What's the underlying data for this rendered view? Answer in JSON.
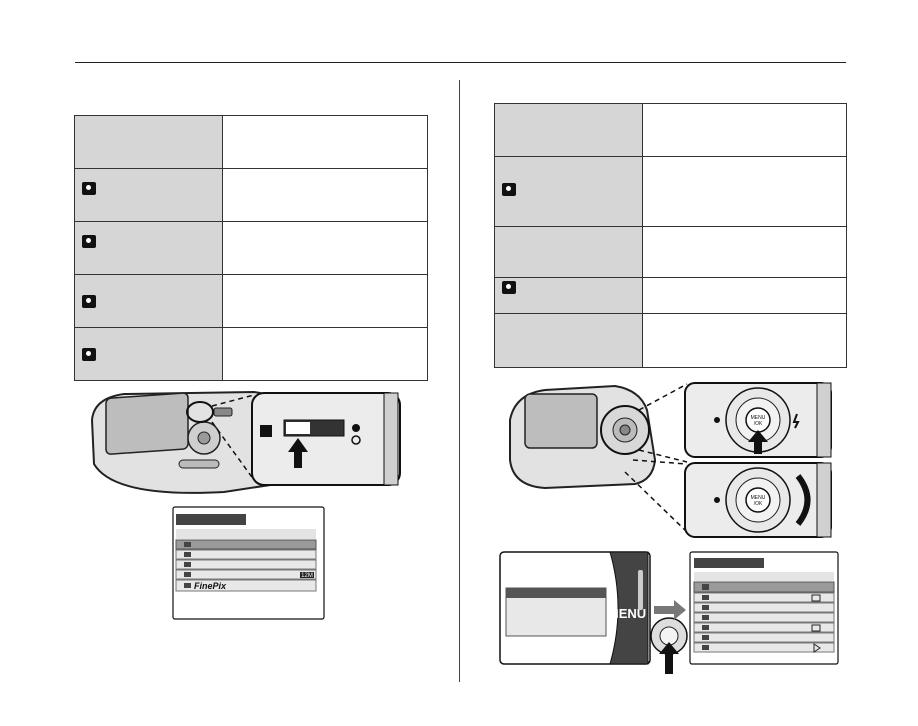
{
  "menu_screen_left": {
    "brand": "FinePix",
    "row_values": [
      "12M"
    ]
  },
  "camera_labels": {
    "menu_ok": [
      "MENU",
      "/OK"
    ],
    "menu_big": "MENU"
  },
  "colors": {
    "table_label_bg": "#d6d6d6",
    "lcd_bar": "#444444",
    "highlight_row": "#cfcfcf"
  }
}
